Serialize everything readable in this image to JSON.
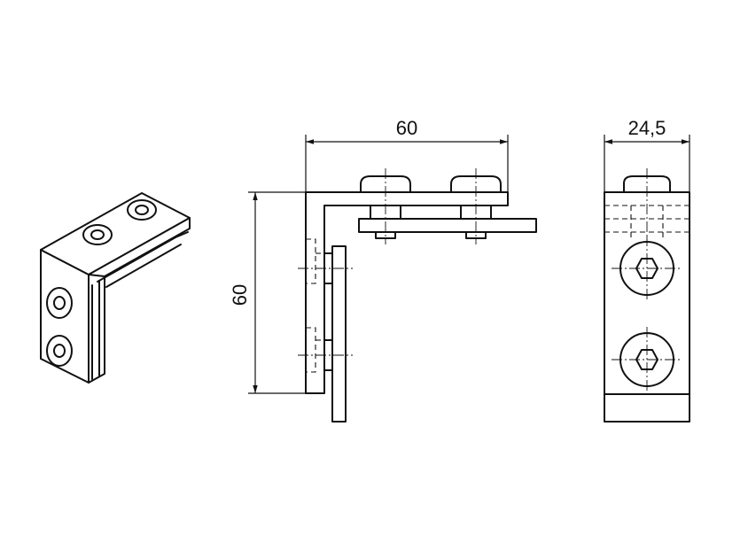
{
  "dimensions": {
    "side_view_width": "60",
    "side_view_height": "60",
    "front_view_width": "24,5"
  },
  "colors": {
    "line": "#111111",
    "background": "#ffffff"
  }
}
